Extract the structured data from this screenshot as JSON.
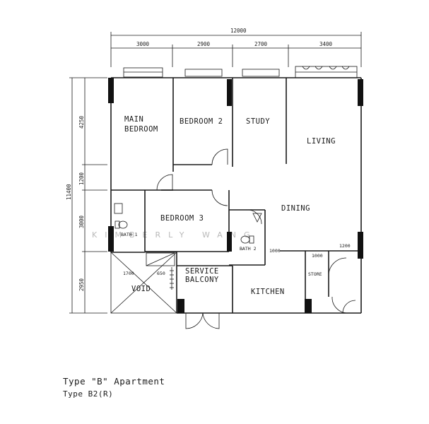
{
  "watermark": "KIMBERLY WANG",
  "dimensions": {
    "overall_width": "12000",
    "top": [
      "3000",
      "2900",
      "2700",
      "3400"
    ],
    "overall_depth": "11400",
    "left": [
      "4250",
      "1200",
      "3000",
      "2950"
    ],
    "interior": [
      "1000",
      "1000",
      "1200",
      "1700",
      "650"
    ]
  },
  "rooms": {
    "main_bedroom_line1": "MAIN",
    "main_bedroom_line2": "BEDROOM",
    "bedroom2": "BEDROOM 2",
    "study": "STUDY",
    "living": "LIVING",
    "bedroom3": "BEDROOM 3",
    "dining": "DINING",
    "bath1": "BATH 1",
    "bath2": "BATH 2",
    "service_line1": "SERVICE",
    "service_line2": "BALCONY",
    "kitchen": "KITCHEN",
    "store": "STORE",
    "void": "VOID"
  },
  "caption": {
    "title": "Type \"B\" Apartment",
    "subtitle": "Type B2(R)"
  }
}
